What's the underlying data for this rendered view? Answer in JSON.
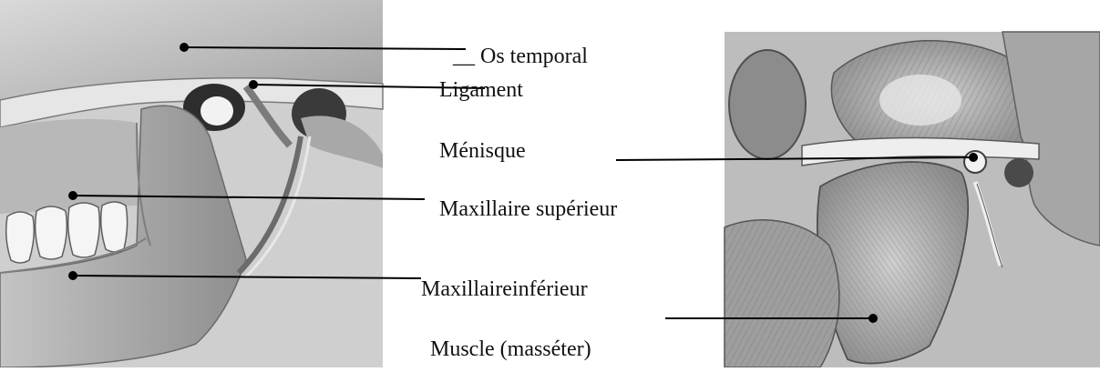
{
  "labels": {
    "os_temporal": "__ Os temporal",
    "ligament": "Ligament",
    "menisque": "Ménisque",
    "maxillaire_superieur": "Maxillaire supérieur",
    "maxillaire_inferieur": "Maxillaireinférieur",
    "muscle_masseter": "Muscle (masséter)"
  }
}
